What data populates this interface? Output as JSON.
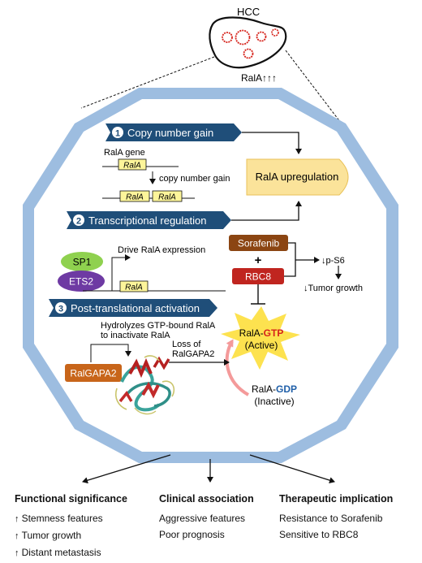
{
  "header": {
    "organ_label": "HCC",
    "rala_label": "RalA",
    "rala_arrows": "↑↑↑"
  },
  "mechanisms": [
    {
      "num": "1",
      "label": "Copy number gain"
    },
    {
      "num": "2",
      "label": "Transcriptional regulation"
    },
    {
      "num": "3",
      "label": "Post-translational activation"
    }
  ],
  "copy_number": {
    "gene_label": "RalA gene",
    "gene_box": "RalA",
    "gain_label": "copy number gain",
    "amp_box_1": "RalA",
    "amp_box_2": "RalA"
  },
  "upregulation": "RalA upregulation",
  "transcription": {
    "tf1": "SP1",
    "tf2": "ETS2",
    "drive_label": "Drive RalA expression",
    "promoter_box": "RalA"
  },
  "therapy": {
    "drug1": "Sorafenib",
    "plus": "+",
    "drug2": "RBC8",
    "effect1": "p-S6",
    "effect2": "Tumor growth",
    "down_arrow": "↓"
  },
  "post_translational": {
    "enzyme": "RalGAPA2",
    "hydro_line1": "Hydrolyzes GTP-bound RalA",
    "hydro_line2": "to inactivate RalA",
    "loss_line1": "Loss of",
    "loss_line2": "RalGAPA2",
    "active_prefix": "RalA-",
    "active_suffix": "GTP",
    "active_state": "(Active)",
    "inactive_prefix": "RalA-",
    "inactive_suffix": "GDP",
    "inactive_state": "(Inactive)"
  },
  "bottom": {
    "functional": {
      "header": "Functional significance",
      "items": [
        "Stemness features",
        "Tumor growth",
        "Distant metastasis"
      ]
    },
    "clinical": {
      "header": "Clinical association",
      "items": [
        "Aggressive features",
        "Poor prognosis"
      ]
    },
    "therapeutic": {
      "header": "Therapeutic implication",
      "items": [
        "Resistance to Sorafenib",
        "Sensitive to RBC8"
      ]
    }
  },
  "colors": {
    "ring": "#9dbde0",
    "banner": "#1f4e79",
    "upreg_fill": "#fbe39a",
    "gene_box": "#fdf59a",
    "sp1": "#8fd14f",
    "ets2": "#6e3aa3",
    "sorafenib": "#8b4512",
    "rbc8": "#c0251f",
    "ralgapa2": "#c8651a",
    "star": "#fde24f",
    "gtp": "#d6231b",
    "gdp": "#1f5fa8",
    "liver_spots": "#d6231b"
  }
}
